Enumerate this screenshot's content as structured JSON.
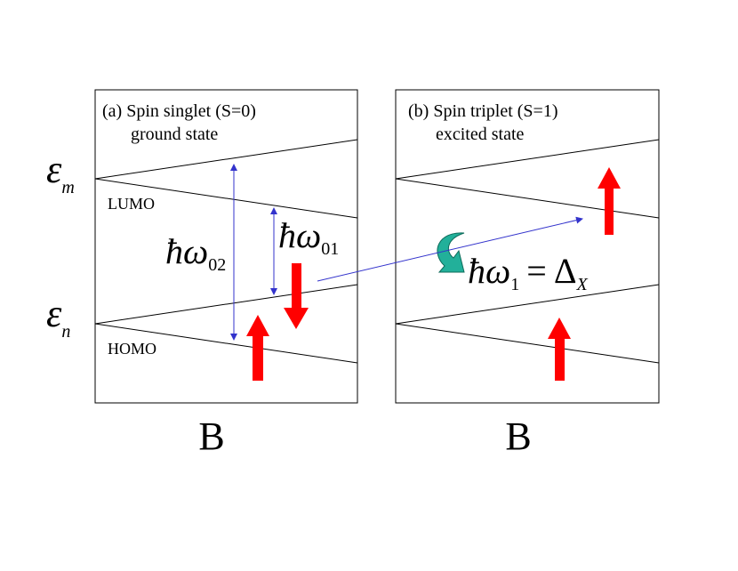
{
  "panel_a": {
    "title_line1": "(a) Spin singlet (S=0)",
    "title_line2": "ground state",
    "lumo_label": "LUMO",
    "homo_label": "HOMO",
    "axis_label": "B",
    "level_m": {
      "symbol": "ε",
      "subscript": "m"
    },
    "level_n": {
      "symbol": "ε",
      "subscript": "n"
    },
    "omega02": {
      "hbar": "ħ",
      "omega": "ω",
      "subscript": "02"
    },
    "omega01": {
      "hbar": "ħ",
      "omega": "ω",
      "subscript": "01"
    }
  },
  "panel_b": {
    "title_line1": "(b) Spin triplet (S=1)",
    "title_line2": "excited state",
    "axis_label": "B",
    "omega1": {
      "hbar": "ħ",
      "omega": "ω",
      "subscript": "1",
      "equals": "=",
      "delta": "Δ",
      "delta_sub": "X"
    }
  },
  "colors": {
    "spin_arrow": "#ff0000",
    "transition_arrow": "#3333cc",
    "flip_arrow": "#22b09a",
    "lines": "#000000"
  }
}
